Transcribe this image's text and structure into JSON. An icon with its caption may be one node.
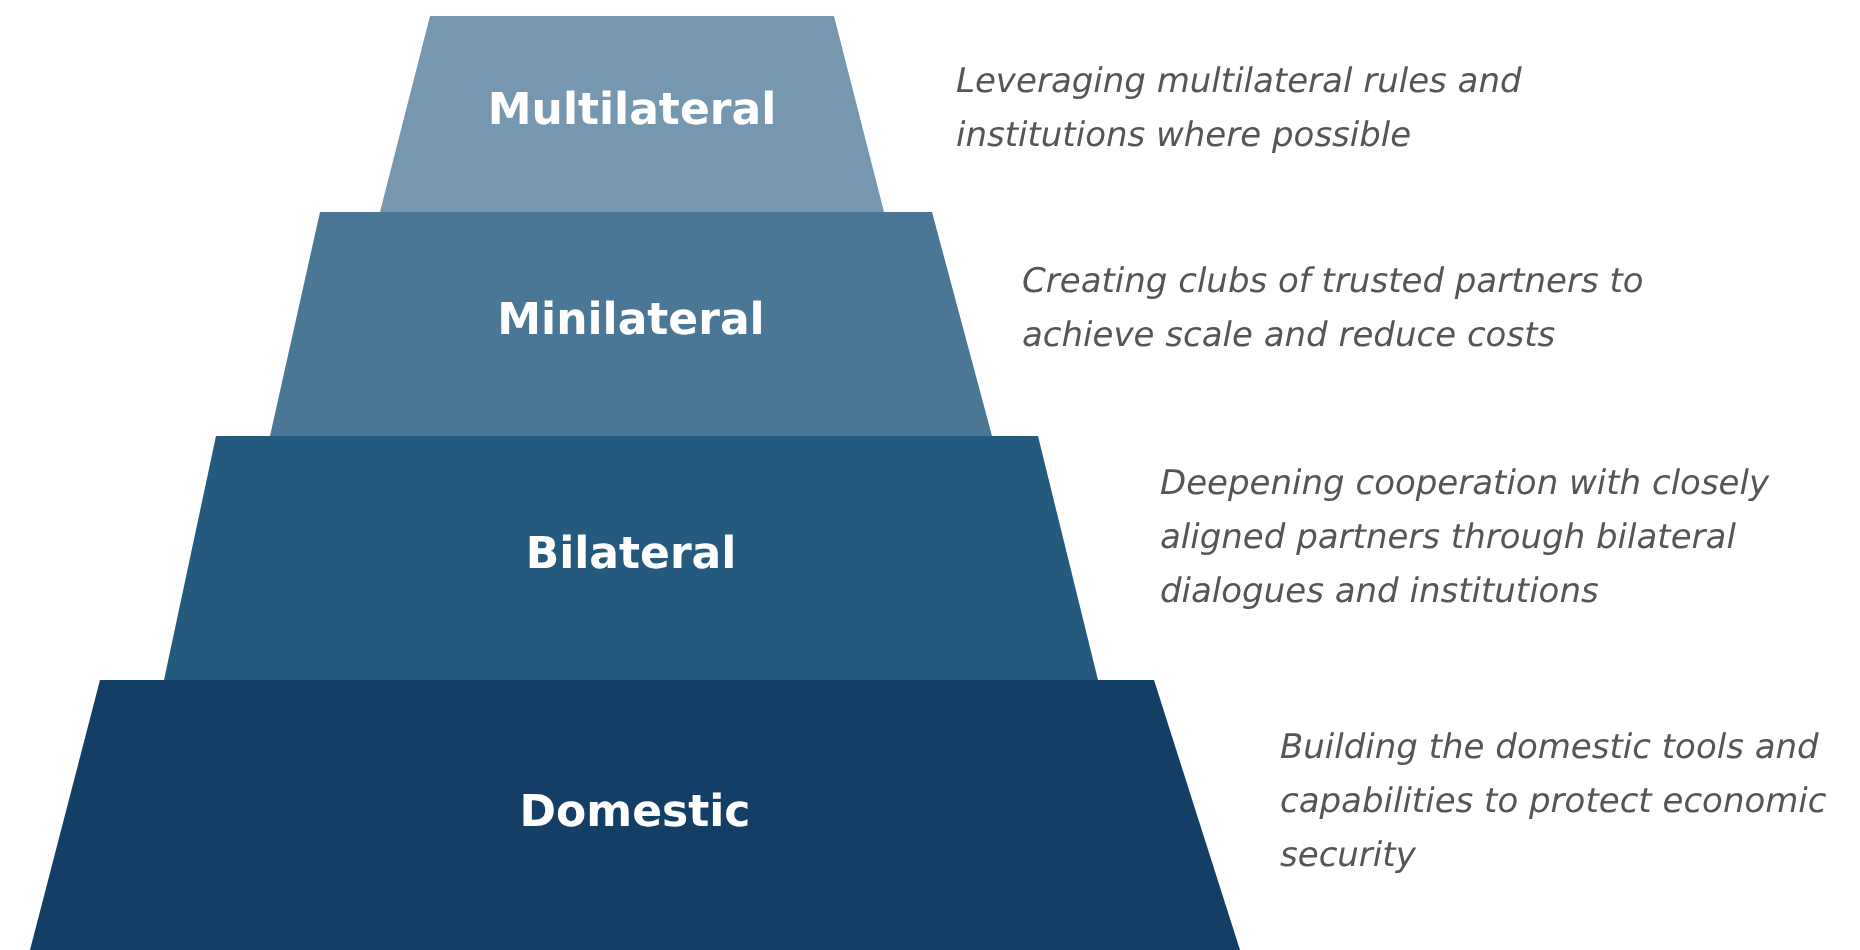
{
  "diagram": {
    "nodes": [
      {
        "text": [
          "Multilateral"
        ],
        "beside": [
          "Leveraging multilateral rules and institutions where possible"
        ]
      },
      {
        "text": [
          "Minilateral"
        ],
        "beside": [
          "Creating clubs of trusted partners to achieve scale and reduce costs"
        ]
      },
      {
        "text": [
          "Bilateral"
        ],
        "beside": [
          "Deepening cooperation with closely aligned partners through bilateral dialogues and institutions"
        ]
      },
      {
        "text": [
          "Domestic"
        ],
        "beside": [
          "Building the domestic tools and capabilities to protect economic security"
        ]
      }
    ],
    "edges": []
  }
}
